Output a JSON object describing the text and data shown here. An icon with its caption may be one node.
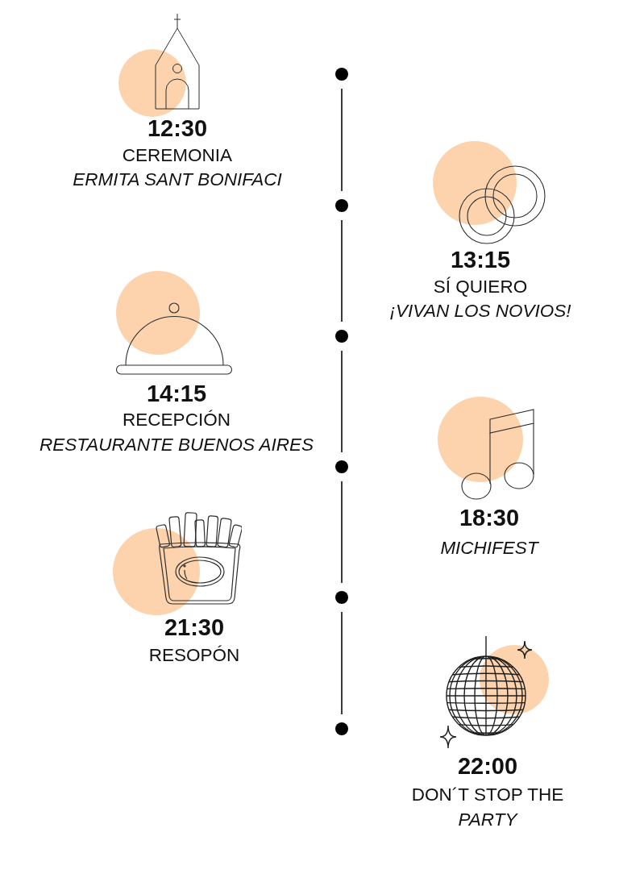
{
  "diagram": {
    "nodes": [
      {
        "text": [
          "12:30",
          "CEREMONIA",
          "ERMITA SANT BONIFACI"
        ]
      },
      {
        "text": [
          "13:15",
          "SÍ QUIERO",
          "¡VIVAN LOS NOVIOS!"
        ]
      },
      {
        "text": [
          "14:15",
          "RECEPCIÓN",
          "RESTAURANTE BUENOS AIRES"
        ]
      },
      {
        "text": [
          "18:30",
          "MICHIFEST"
        ]
      },
      {
        "text": [
          "21:30",
          "RESOPÓN"
        ]
      },
      {
        "text": [
          "22:00",
          "DON´T STOP THE",
          "PARTY"
        ]
      },
      {
        "text": [],
        "shape": "circle"
      },
      {
        "text": [],
        "shape": "circle"
      },
      {
        "text": [],
        "shape": "circle"
      },
      {
        "text": [],
        "shape": "circle"
      },
      {
        "text": [],
        "shape": "circle"
      },
      {
        "text": [],
        "shape": "circle"
      }
    ],
    "edges": [
      {
        "from": 6,
        "to": 7,
        "arrow": "none"
      },
      {
        "from": 7,
        "to": 8,
        "arrow": "none"
      },
      {
        "from": 8,
        "to": 9,
        "arrow": "none"
      },
      {
        "from": 9,
        "to": 10,
        "arrow": "none"
      },
      {
        "from": 10,
        "to": 11,
        "arrow": "none"
      }
    ]
  }
}
